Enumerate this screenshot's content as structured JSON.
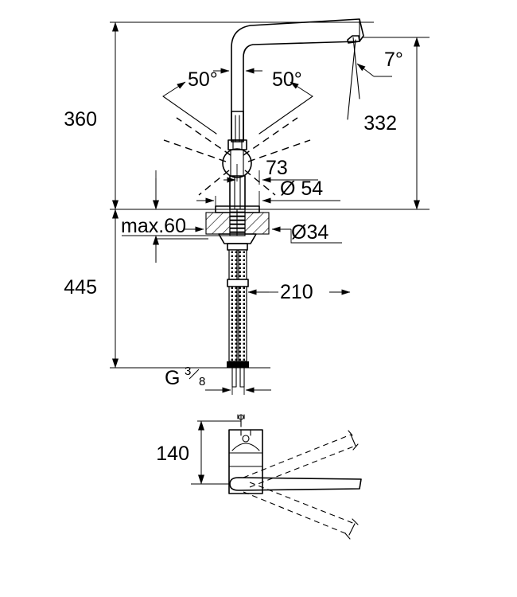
{
  "drawing": {
    "title": "Kitchen mixer tap dimensional drawing",
    "units": "mm",
    "line_color": "#000000",
    "background_color": "#ffffff",
    "views": [
      {
        "name": "elevation-view",
        "label": ""
      },
      {
        "name": "plan-view",
        "label": ""
      }
    ]
  },
  "dimensions": {
    "total_height": "360",
    "spout_height": "332",
    "below_counter_length": "445",
    "counter_thickness": "max.60",
    "spout_reach": "73",
    "base_diameter": "Ø 54",
    "mounting_hole_diameter": "Ø34",
    "hose_length": "210",
    "plan_offset": "140",
    "left_swivel_angle": "50°",
    "right_swivel_angle": "50°",
    "outlet_angle": "7°",
    "thread_label_letter": "G",
    "thread_numerator": "3",
    "thread_denominator": "8"
  }
}
